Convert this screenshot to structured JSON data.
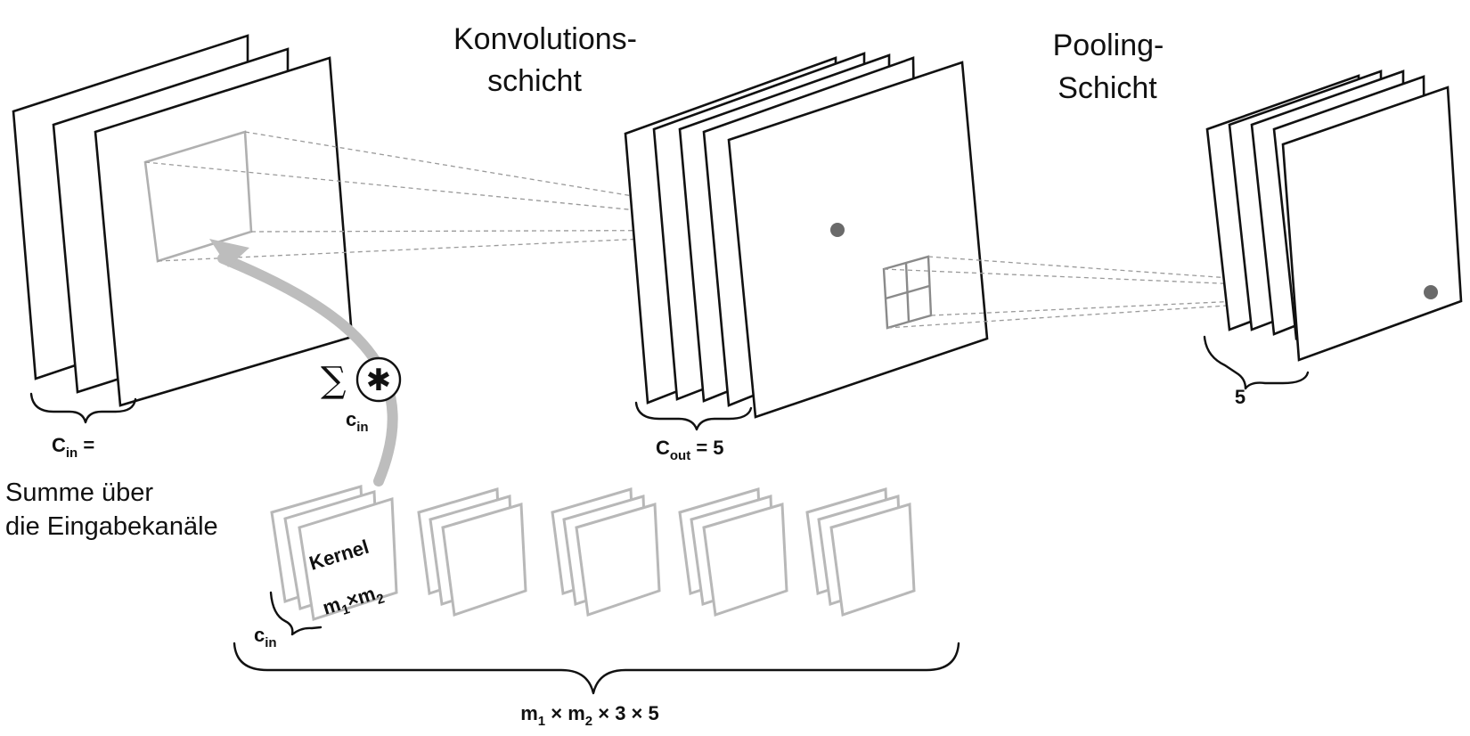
{
  "labels": {
    "conv_title_line1": "Konvolutions-",
    "conv_title_line2": "schicht",
    "pool_title_line1": "Pooling-",
    "pool_title_line2": "Schicht",
    "cin_prefix": "C",
    "cin_sub": "in",
    "cin_suffix": " =",
    "sum_text_line1": "Summe über",
    "sum_text_line2": "die Eingabekanäle",
    "sigma": "∑",
    "conv_operator": "✱",
    "sigma_sub_prefix": "c",
    "sigma_sub_sub": "in",
    "cout_prefix": "C",
    "cout_sub": "out",
    "cout_suffix": " = 5",
    "pool_channels": "5",
    "kernel_word": "Kernel",
    "kernel_m1": "m",
    "kernel_sub1": "1",
    "kernel_times": "×m",
    "kernel_sub2": "2",
    "kernel_cin_prefix": "c",
    "kernel_cin_sub": "in",
    "total_m1": "m",
    "total_sub1": "1",
    "total_mid": " × m",
    "total_sub2": "2",
    "total_rest": " × 3 × 5"
  },
  "colors": {
    "panel_stroke": "#111111",
    "kernel_stroke": "#b8b8b8",
    "arrow": "#bdbdbd",
    "dashed_lines": "#9a9a9a"
  }
}
